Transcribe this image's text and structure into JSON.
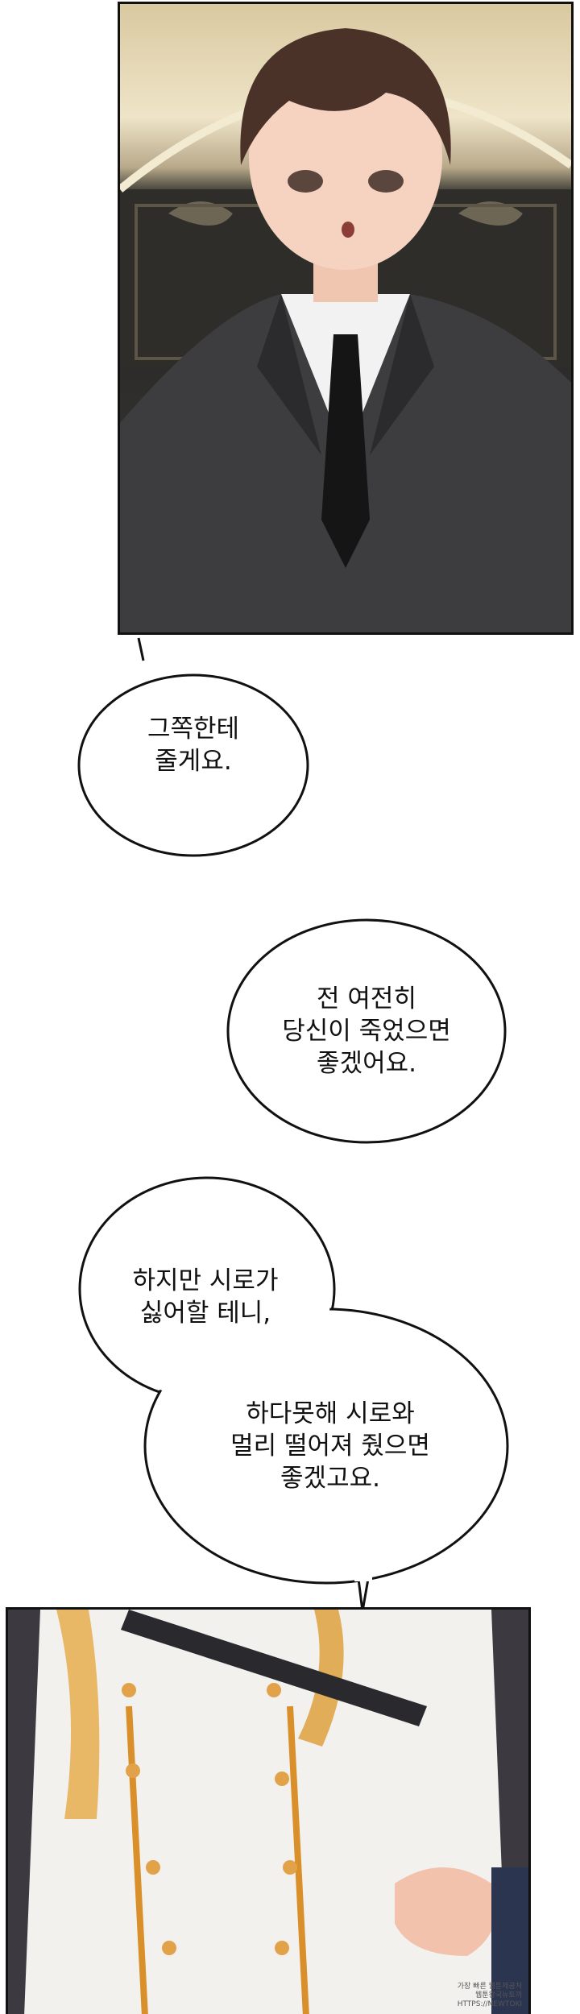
{
  "panels": [
    {
      "name": "top-panel-man-in-suit"
    },
    {
      "name": "bottom-panel-white-uniform"
    }
  ],
  "bubbles": {
    "b1": "그쪽한테\n줄게요.",
    "b2": "전 여전히\n당신이 죽었으면\n좋겠어요.",
    "b3": "하지만 시로가\n싫어할 테니,",
    "b4": "하다못해 시로와\n멀리 떨어져 줬으면\n좋겠고요."
  },
  "watermark": "가장 빠른 웹툰제공처\n웹툰왕국뉴토끼\nHTTPS://NEWTOKI"
}
